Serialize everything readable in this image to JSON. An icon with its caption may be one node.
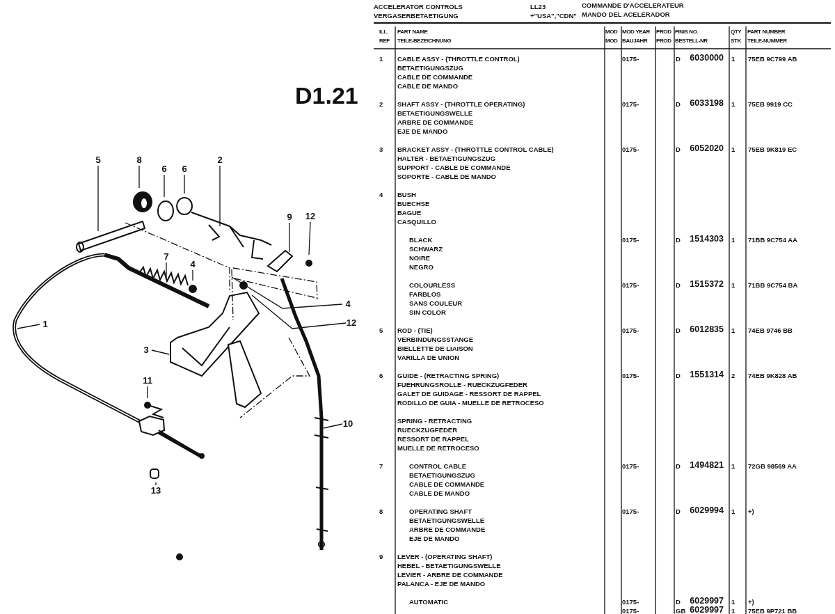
{
  "diagram": {
    "nodes": [
      {
        "text": [
          "5"
        ]
      },
      {
        "text": [
          "8"
        ]
      },
      {
        "text": [
          "6"
        ]
      },
      {
        "text": [
          "6"
        ]
      },
      {
        "text": [
          "2"
        ]
      },
      {
        "text": [
          "9"
        ]
      },
      {
        "text": [
          "12"
        ]
      },
      {
        "text": [
          "7"
        ]
      },
      {
        "text": [
          "4"
        ]
      },
      {
        "text": [
          "4"
        ]
      },
      {
        "text": [
          "12"
        ]
      },
      {
        "text": [
          "1"
        ]
      },
      {
        "text": [
          "3"
        ]
      },
      {
        "text": [
          "11"
        ]
      },
      {
        "text": [
          "10"
        ]
      },
      {
        "text": [
          "13"
        ]
      }
    ],
    "edges": [
      {
        "from": 0,
        "to": null,
        "arrow": "none"
      },
      {
        "from": 1,
        "to": null,
        "arrow": "none"
      },
      {
        "from": 2,
        "to": null,
        "arrow": "none"
      },
      {
        "from": 3,
        "to": null,
        "arrow": "none"
      },
      {
        "from": 4,
        "to": null,
        "arrow": "none"
      },
      {
        "from": 5,
        "to": null,
        "arrow": "none"
      },
      {
        "from": 6,
        "to": null,
        "arrow": "none"
      },
      {
        "from": 7,
        "to": null,
        "arrow": "none"
      },
      {
        "from": 8,
        "to": null,
        "arrow": "none"
      },
      {
        "from": 9,
        "to": null,
        "arrow": "none"
      },
      {
        "from": 10,
        "to": null,
        "arrow": "none"
      },
      {
        "from": 11,
        "to": null,
        "arrow": "none"
      },
      {
        "from": 12,
        "to": null,
        "arrow": "none"
      },
      {
        "from": 13,
        "to": null,
        "arrow": "none"
      },
      {
        "from": 14,
        "to": null,
        "arrow": "none"
      },
      {
        "from": 15,
        "to": null,
        "arrow": "none"
      }
    ],
    "labels": [
      "ACCELERATOR CONTROLS",
      "LL23",
      "COMMANDE D'ACCELERATEUR",
      "VERGASERBETAETIGUNG",
      "+\"USA\",\"CDN\"",
      "MANDO DEL ACELERADOR",
      "D1.21",
      "ILL.",
      "REF",
      "PART NAME",
      "TEILE-BEZEICHNUNG",
      "MOD",
      "MOD",
      "MOD YEAR",
      "BAUJAHR",
      "PROD",
      "PROD",
      "FINIS NO.",
      "BESTELL-NR",
      "QTY",
      "STK",
      "PART NUMBER",
      "TEILE-NUMMER",
      "1",
      "CABLE ASSY - (THROTTLE CONTROL)",
      "BETAETIGUNGSZUG",
      "CABLE DE COMMANDE",
      "CABLE DE MANDO",
      "0175-",
      "D",
      "6030000",
      "1",
      "75EB 9C799 AB",
      "2",
      "SHAFT ASSY - (THROTTLE OPERATING)",
      "BETAETIGUNGSWELLE",
      "ARBRE DE COMMANDE",
      "EJE DE MANDO",
      "0175-",
      "D",
      "6033198",
      "1",
      "75EB 9919 CC",
      "3",
      "BRACKET ASSY - (THROTTLE CONTROL CABLE)",
      "HALTER - BETAETIGUNGSZUG",
      "SUPPORT - CABLE DE COMMANDE",
      "SOPORTE - CABLE DE MANDO",
      "0175-",
      "D",
      "6052020",
      "1",
      "75EB 9K819 EC",
      "4",
      "BUSH",
      "BUECHSE",
      "BAGUE",
      "CASQUILLO",
      "BLACK",
      "SCHWARZ",
      "NOIRE",
      "NEGRO",
      "0175-",
      "D",
      "1514303",
      "1",
      "71BB 9C754 AA",
      "COLOURLESS",
      "FARBLOS",
      "SANS COULEUR",
      "SIN COLOR",
      "0175-",
      "D",
      "1515372",
      "1",
      "71BB 9C754 BA",
      "5",
      "ROD - (TIE)",
      "VERBINDUNGSSTANGE",
      "BIELLETTE DE LIAISON",
      "VARILLA DE UNION",
      "0175-",
      "D",
      "6012835",
      "1",
      "74EB 9746 BB",
      "6",
      "GUIDE - (RETRACTING SPRING)",
      "FUEHRUNGSROLLE - RUECKZUGFEDER",
      "GALET DE GUIDAGE - RESSORT DE RAPPEL",
      "RODILLO DE GUIA - MUELLE DE RETROCESO",
      "0175-",
      "D",
      "1551314",
      "2",
      "74EB 9K828 AB",
      "SPRING - RETRACTING",
      "RUECKZUGFEDER",
      "RESSORT DE RAPPEL",
      "MUELLE DE RETROCESO",
      "7",
      "CONTROL CABLE",
      "BETAETIGUNGSZUG",
      "CABLE DE COMMANDE",
      "CABLE DE MANDO",
      "0175-",
      "D",
      "1494821",
      "1",
      "72GB 98569 AA",
      "8",
      "OPERATING SHAFT",
      "BETAETIGUNGSWELLE",
      "ARBRE DE COMMANDE",
      "EJE DE MANDO",
      "0175-",
      "D",
      "6029994",
      "1",
      "+)",
      "9",
      "LEVER - (OPERATING SHAFT)",
      "HEBEL - BETAETIGUNGSWELLE",
      "LEVIER - ARBRE DE COMMANDE",
      "PALANCA - EJE DE MANDO",
      "AUTOMATIC",
      "0175-",
      "D",
      "6029997",
      "1",
      "+)",
      "0175-",
      "GB",
      "6029997",
      "1",
      "75EB 9P721 BB"
    ]
  }
}
